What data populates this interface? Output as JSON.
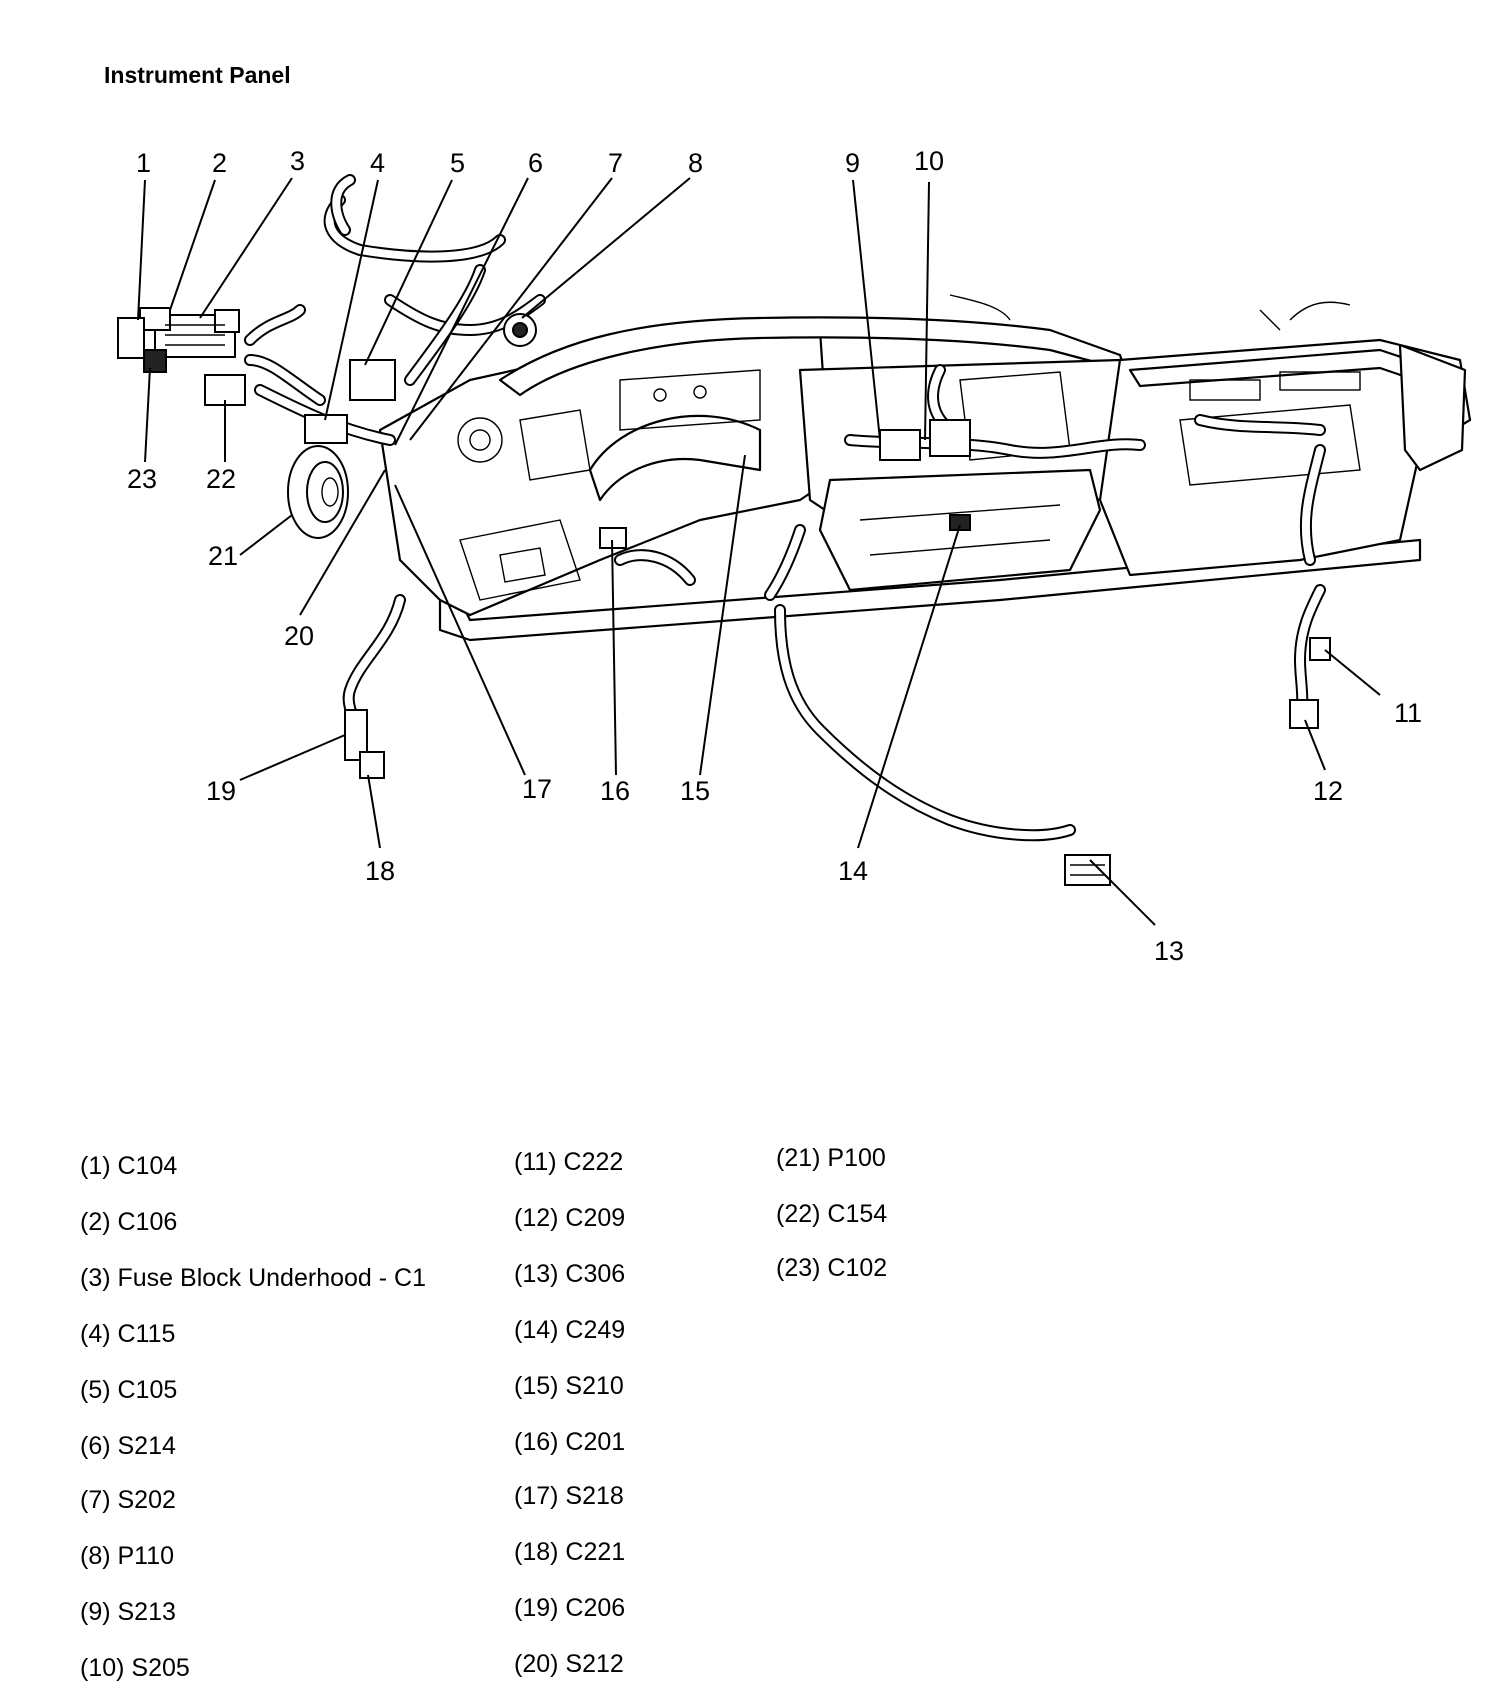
{
  "title": "Instrument Panel",
  "callouts": {
    "c1": "1",
    "c2": "2",
    "c3": "3",
    "c4": "4",
    "c5": "5",
    "c6": "6",
    "c7": "7",
    "c8": "8",
    "c9": "9",
    "c10": "10",
    "c11": "11",
    "c12": "12",
    "c13": "13",
    "c14": "14",
    "c15": "15",
    "c16": "16",
    "c17": "17",
    "c18": "18",
    "c19": "19",
    "c20": "20",
    "c21": "21",
    "c22": "22",
    "c23": "23"
  },
  "legend": {
    "col1": [
      "(1) C104",
      "(2) C106",
      "(3) Fuse Block Underhood - C1",
      "(4) C115",
      "(5) C105",
      "(6) S214",
      "(7) S202",
      "(8) P110",
      "(9) S213",
      "(10) S205"
    ],
    "col2": [
      "(11) C222",
      "(12) C209",
      "(13) C306",
      "(14) C249",
      "(15) S210",
      "(16) C201",
      "(17) S218",
      "(18) C221",
      "(19) C206",
      "(20) S212"
    ],
    "col3": [
      "(21) P100",
      "(22) C154",
      "(23) C102"
    ]
  }
}
